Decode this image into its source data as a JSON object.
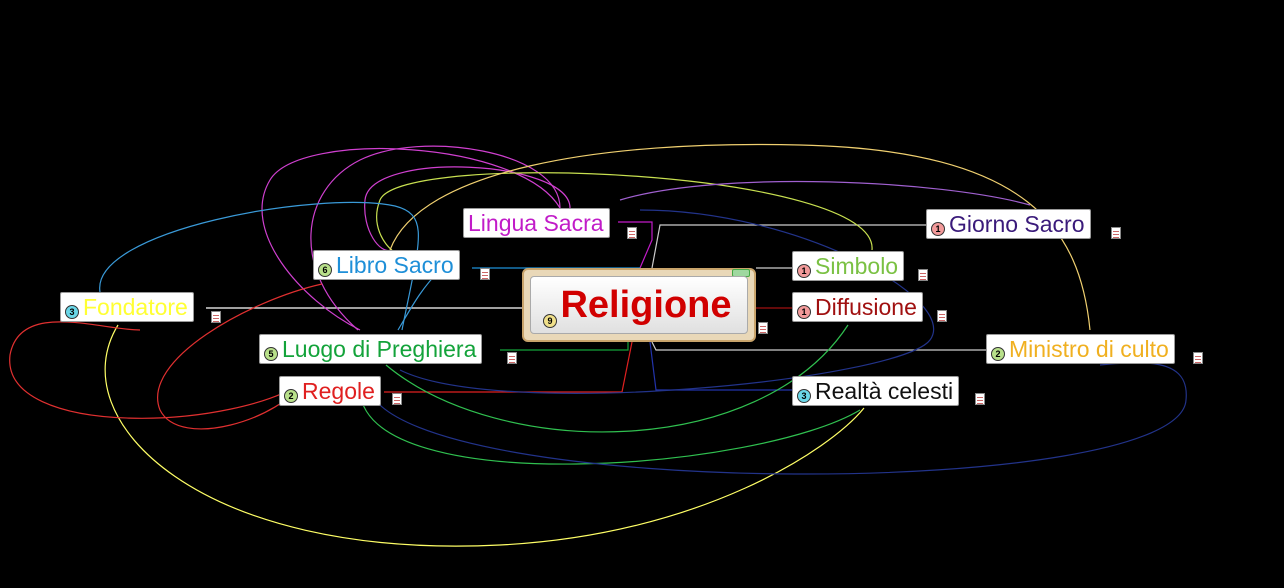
{
  "center": {
    "label": "Religione",
    "count": "9",
    "badge_color": "#f0e08a",
    "text_color": "#d10000"
  },
  "topics": [
    {
      "id": "lingua",
      "label": "Lingua Sacra",
      "count": "",
      "color": "#c11bc8",
      "badge_color": ""
    },
    {
      "id": "libro",
      "label": "Libro Sacro",
      "count": "6",
      "color": "#1e8fd8",
      "badge_color": "#b8e08a"
    },
    {
      "id": "fondatore",
      "label": "Fondatore",
      "count": "3",
      "color": "#ffff33",
      "badge_color": "#6ad7e8"
    },
    {
      "id": "luogo",
      "label": "Luogo di Preghiera",
      "count": "5",
      "color": "#13a33a",
      "badge_color": "#b8e08a"
    },
    {
      "id": "regole",
      "label": "Regole",
      "count": "2",
      "color": "#e02020",
      "badge_color": "#b8e08a"
    },
    {
      "id": "giorno",
      "label": "Giorno Sacro",
      "count": "1",
      "color": "#3a1a7a",
      "badge_color": "#f29a9a"
    },
    {
      "id": "simbolo",
      "label": "Simbolo",
      "count": "1",
      "color": "#7ac143",
      "badge_color": "#f29a9a"
    },
    {
      "id": "diffusione",
      "label": "Diffusione",
      "count": "1",
      "color": "#a01010",
      "badge_color": "#f29a9a"
    },
    {
      "id": "ministro",
      "label": "Ministro di culto",
      "count": "2",
      "color": "#f0b020",
      "badge_color": "#b8e08a"
    },
    {
      "id": "realta",
      "label": "Realtà celesti",
      "count": "3",
      "color": "#111111",
      "badge_color": "#6ad7e8"
    }
  ]
}
